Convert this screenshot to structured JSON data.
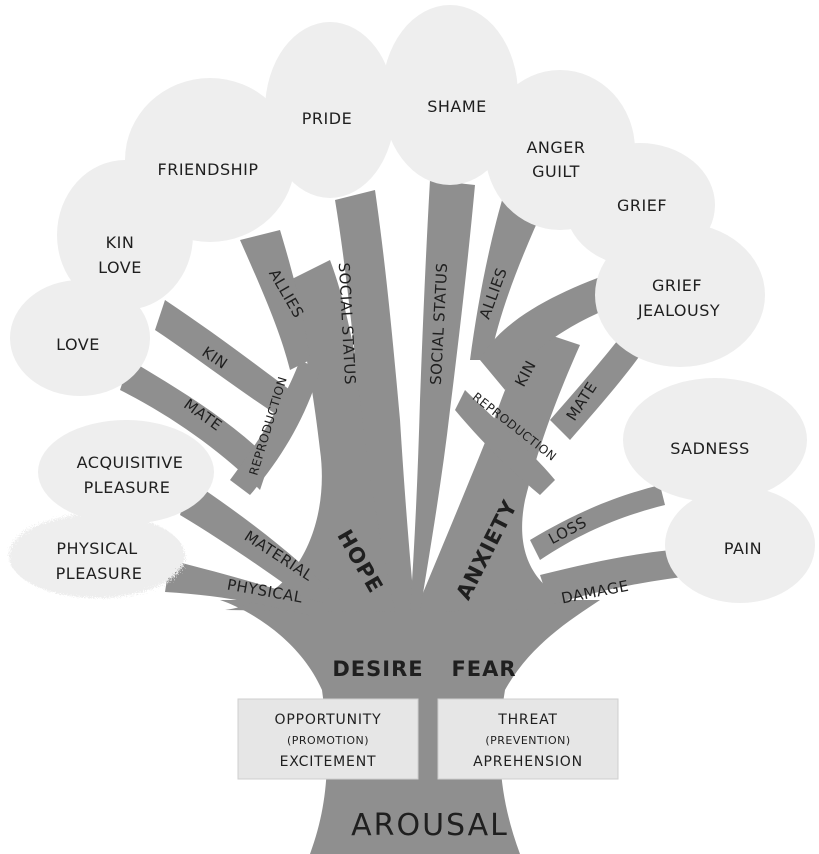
{
  "leaves": {
    "physical_pleasure": [
      "PHYSICAL",
      "PLEASURE"
    ],
    "acquisitive_pleasure": [
      "ACQUISITIVE",
      "PLEASURE"
    ],
    "love": "LOVE",
    "kin_love": [
      "KIN",
      "LOVE"
    ],
    "friendship": "FRIENDSHIP",
    "pride": "PRIDE",
    "shame": "SHAME",
    "anger_guilt": [
      "ANGER",
      "GUILT"
    ],
    "grief": "GRIEF",
    "grief_jealousy": [
      "GRIEF",
      "JEALOUSY"
    ],
    "sadness": "SADNESS",
    "pain": "PAIN"
  },
  "branches": {
    "physical_left": "PHYSICAL",
    "material": "MATERIAL",
    "mate_left": "MATE",
    "kin_left": "KIN",
    "reproduction_left": "REPRODUCTION",
    "allies_left": "ALLIES",
    "social_status_left": "SOCIAL STATUS",
    "social_status_right": "SOCIAL STATUS",
    "allies_right": "ALLIES",
    "kin_right": "KIN",
    "reproduction_right": "REPRODUCTION",
    "mate_right": "MATE",
    "loss": "LOSS",
    "damage": "DAMAGE"
  },
  "trunk": {
    "hope": "HOPE",
    "anxiety": "ANXIETY",
    "desire": "DESIRE",
    "fear": "FEAR",
    "arousal": "AROUSAL"
  },
  "boxes": {
    "opportunity": {
      "title": "OPPORTUNITY",
      "sub": "(PROMOTION)",
      "bottom": "EXCITEMENT"
    },
    "threat": {
      "title": "THREAT",
      "sub": "(PREVENTION)",
      "bottom": "APREHENSION"
    }
  },
  "colors": {
    "trunk": "#8f8f8f",
    "leaf": "#eeeeee",
    "box": "#e6e6e6",
    "text": "#1f1f1f"
  }
}
